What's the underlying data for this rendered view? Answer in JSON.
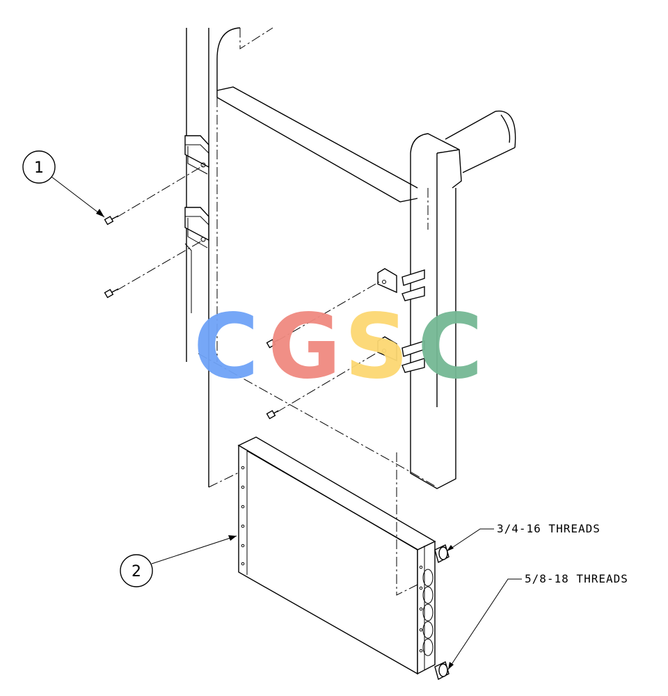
{
  "callouts": [
    {
      "number": "1"
    },
    {
      "number": "2"
    }
  ],
  "notes": {
    "upper_port": "3/4-16 THREADS",
    "lower_port": "5/8-18 THREADS"
  },
  "watermark": {
    "letters": [
      "C",
      "G",
      "S",
      "C"
    ],
    "colors": [
      "#6fa3f7",
      "#f08a80",
      "#fcd872",
      "#74b894"
    ]
  }
}
